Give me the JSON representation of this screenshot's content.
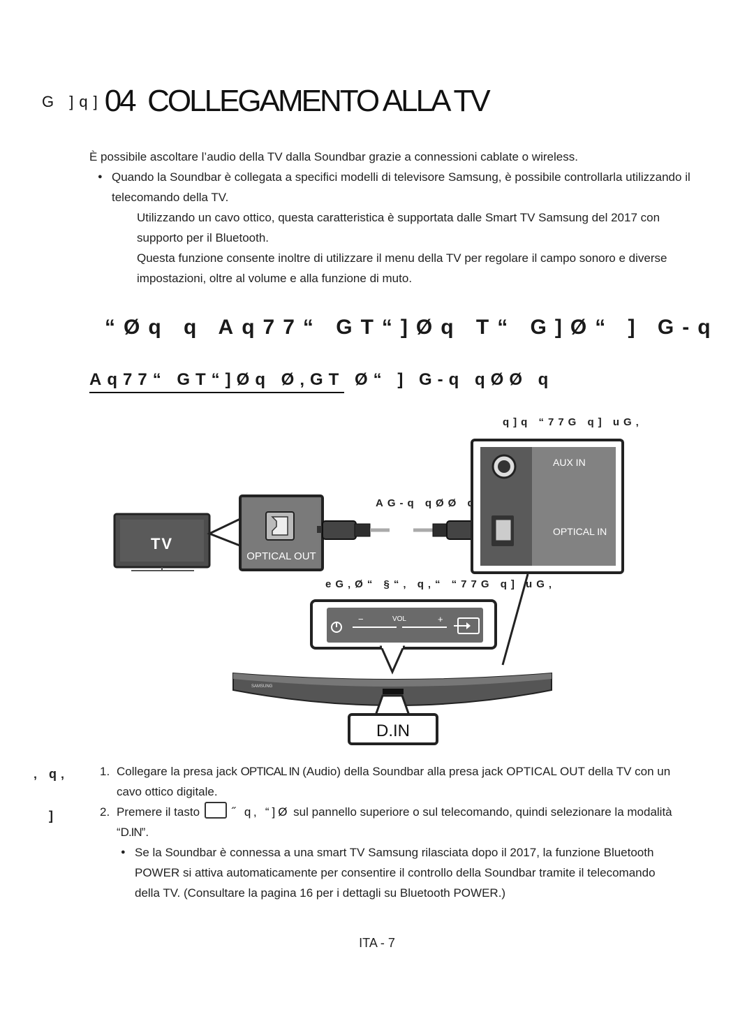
{
  "chapter": {
    "prefix": "G ]q]",
    "number": "04",
    "title": "COLLEGAMENTO ALLA TV"
  },
  "intro": {
    "paragraph": "È possibile ascoltare l’audio della TV dalla Soundbar grazie a connessioni cablate o wireless.",
    "bullet_1": "Quando la Soundbar è collegata a specifici modelli di televisore Samsung, è possibile controllarla utilizzando il telecomando della TV.",
    "note_1": "Utilizzando un cavo ottico, questa caratteristica è supportata dalle Smart TV Samsung del 2017 con supporto per il Bluetooth.",
    "note_2": "Questa funzione consente inoltre di utilizzare il menu della TV per regolare il campo sonoro e diverse impostazioni, oltre al volume e alla funzione di muto."
  },
  "section_heading": "“Øq q     Aq77“ GT“]Øq T“  G]Ø“  ]  G-q",
  "subsection_heading": "Aq77“ GT“]Øq Ø‚GT Ø“  ]  G-q qØØ  q",
  "diagram": {
    "label_top_right": "q]q  “77G  q] uG‚",
    "label_cable": "AG-q qØØ  q",
    "label_top_panel": "eG‚Ø“  §“‚ q‚“  “77G  q] uG‚",
    "tv_label": "TV",
    "optical_out": "OPTICAL OUT",
    "aux_in": "AUX IN",
    "optical_in": "OPTICAL IN",
    "vol_label": "VOL",
    "vol_minus": "−",
    "vol_plus": "+",
    "brand": "SAMSUNG",
    "display_mode": "D.IN"
  },
  "sidebar": {
    "mark_1": "‚ q‚",
    "mark_2": "]"
  },
  "steps": {
    "step_1_num": "1.",
    "step_1_pre": "Collegare la presa jack ",
    "step_1_strong": "OPTICAL IN",
    "step_1_post": " (Audio) della Soundbar alla presa jack OPTICAL OUT della TV con un cavo ottico digitale.",
    "step_2_num": "2.",
    "step_2_pre": "Premere il tasto ",
    "step_2_garble": "˝ q‚ “]Ø",
    "step_2_mid": " sul pannello superiore o sul telecomando, quindi selezionare la modalità “",
    "step_2_mode": "D.IN",
    "step_2_post": "”.",
    "step_2_note": "Se la Soundbar è connessa a una smart TV Samsung rilasciata dopo il 2017, la funzione Bluetooth POWER si attiva automaticamente per consentire il controllo della Soundbar tramite il telecomando della TV. (Consultare la pagina 16 per i dettagli su Bluetooth POWER.)"
  },
  "footer": {
    "page_number": "ITA - 7"
  }
}
